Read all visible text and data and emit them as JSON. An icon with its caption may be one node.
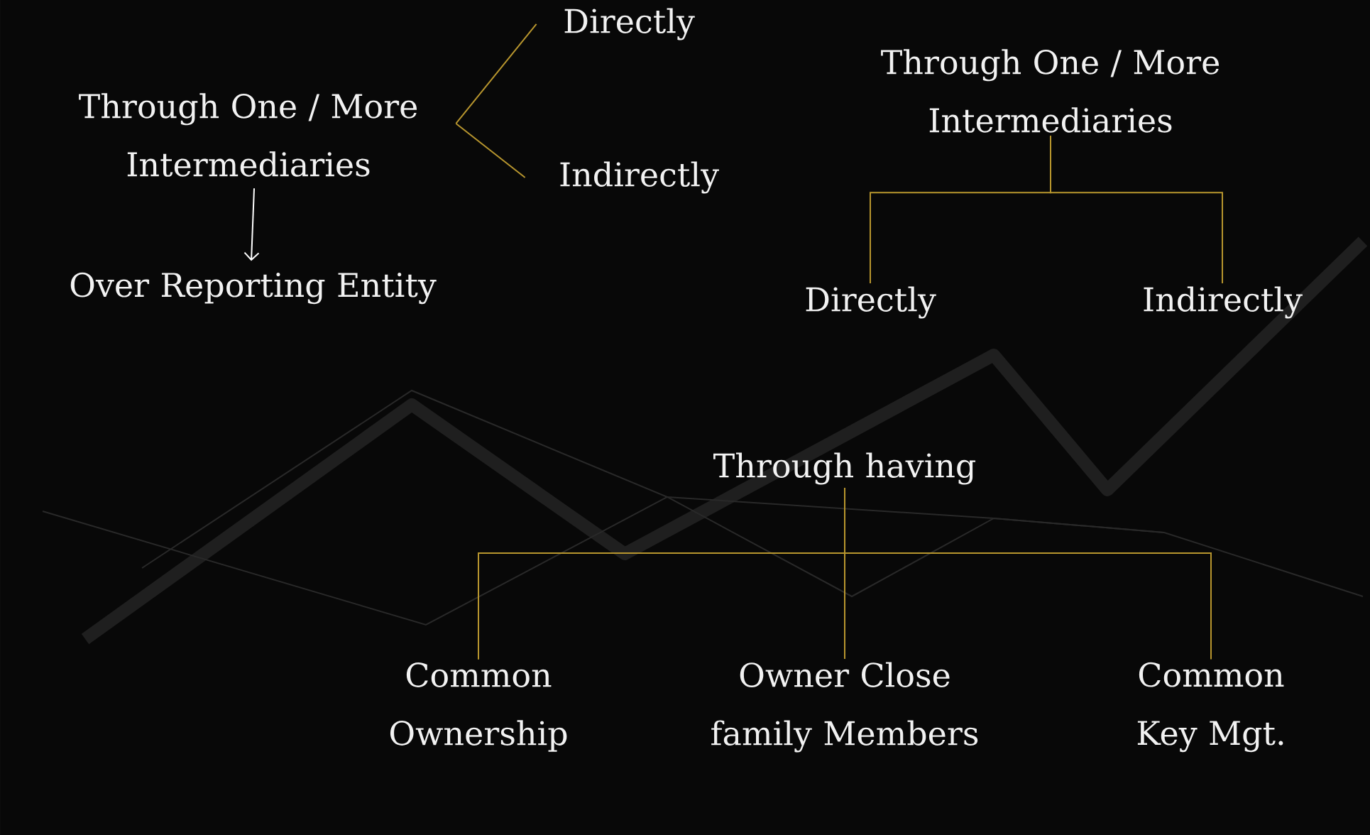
{
  "diagram": {
    "nodes": [
      {
        "text": [
          "Through One / More Intermediaries"
        ]
      },
      {
        "text": [
          "Directly"
        ]
      },
      {
        "text": [
          "Indirectly"
        ]
      },
      {
        "text": [
          "Over Reporting Entity"
        ]
      },
      {
        "text": [
          "Through One / More Intermediaries"
        ]
      },
      {
        "text": [
          "Directly"
        ]
      },
      {
        "text": [
          "Indirectly"
        ]
      },
      {
        "text": [
          "Through having"
        ]
      },
      {
        "text": [
          "Common Ownership"
        ]
      },
      {
        "text": [
          "Owner Close family Members"
        ]
      },
      {
        "text": [
          "Common Key Mgt."
        ]
      }
    ],
    "edges": [
      {
        "from": 0,
        "to": 1,
        "arrow": "none"
      },
      {
        "from": 0,
        "to": 2,
        "arrow": "none"
      },
      {
        "from": 0,
        "to": 3,
        "arrow": "to",
        "color": "#ffffff"
      },
      {
        "from": 4,
        "to": 5,
        "arrow": "none"
      },
      {
        "from": 4,
        "to": 6,
        "arrow": "none"
      },
      {
        "from": 7,
        "to": 8,
        "arrow": "none"
      },
      {
        "from": 7,
        "to": 9,
        "arrow": "none"
      },
      {
        "from": 7,
        "to": 10,
        "arrow": "none"
      }
    ]
  }
}
